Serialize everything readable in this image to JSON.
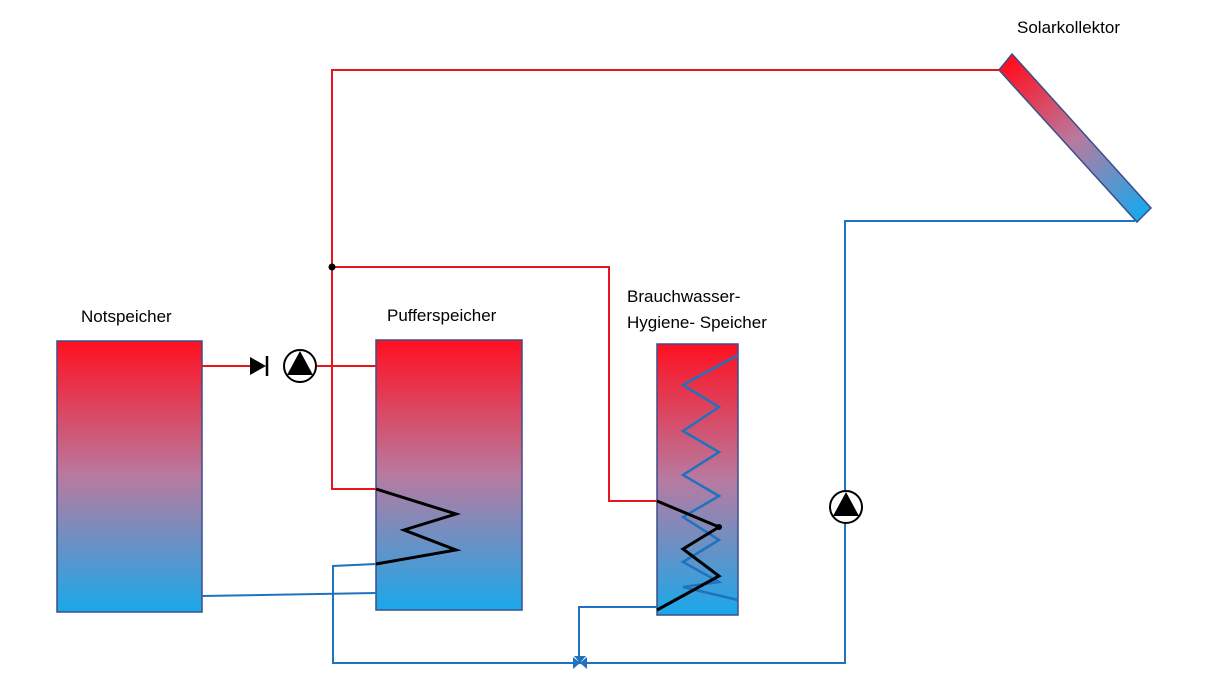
{
  "labels": {
    "notspeicher": "Notspeicher",
    "pufferspeicher": "Pufferspeicher",
    "brauchwasser_line1": "Brauchwasser-",
    "brauchwasser_line2": "Hygiene- Speicher",
    "solarkollektor": "Solarkollektor"
  },
  "colors": {
    "hot": "#ff1020",
    "cold": "#1aa8ea",
    "pipe_red": "#e8141e",
    "pipe_blue": "#1f73be",
    "coil_black": "#000000"
  },
  "icons": [
    "pump-icon",
    "check-valve-icon",
    "junction-dot-icon",
    "mixing-valve-icon"
  ]
}
